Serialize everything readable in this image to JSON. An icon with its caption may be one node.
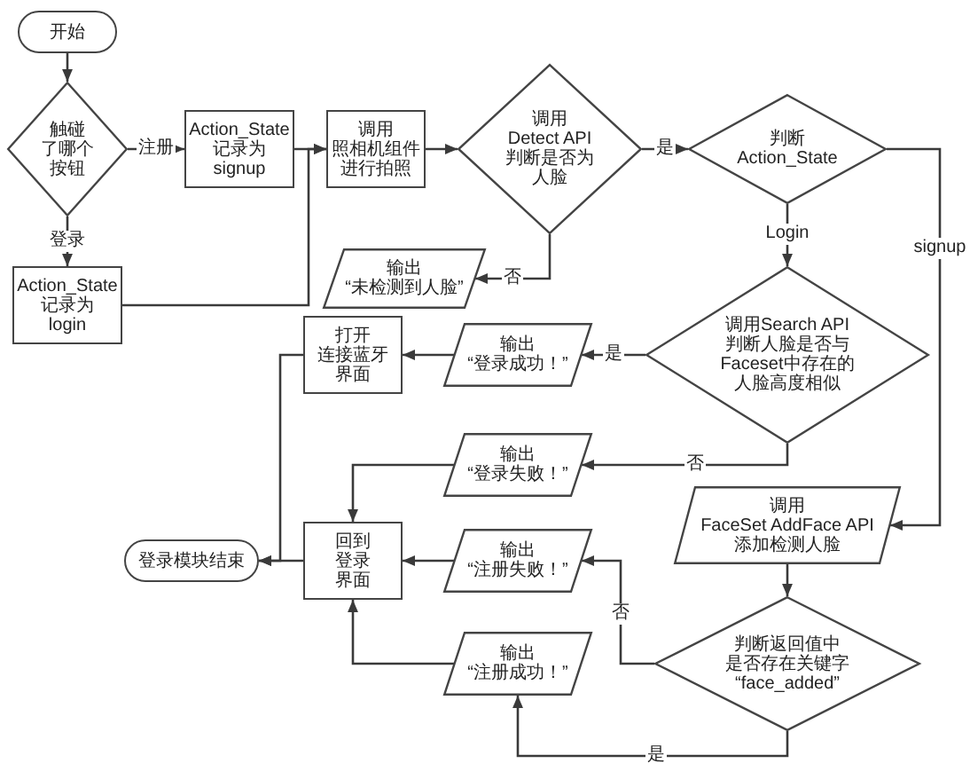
{
  "diagram": {
    "nodes": [
      {
        "text": [
          "开始"
        ]
      },
      {
        "text": [
          "触碰了哪个按钮"
        ]
      },
      {
        "text": [
          "Action_State 记录为 signup"
        ]
      },
      {
        "text": [
          "Action_State 记录为 login"
        ]
      },
      {
        "text": [
          "调用照相机组件进行拍照"
        ]
      },
      {
        "text": [
          "调用Detect API判断是否为人脸"
        ]
      },
      {
        "text": [
          "判断Action_State"
        ]
      },
      {
        "text": [
          "输出“未检测到人脸”"
        ]
      },
      {
        "text": [
          "调用Search API判断人脸是否与Faceset中存在的人脸高度相似"
        ]
      },
      {
        "text": [
          "输出“登录成功！”"
        ]
      },
      {
        "text": [
          "打开连接蓝牙界面"
        ]
      },
      {
        "text": [
          "输出“登录失败！”"
        ]
      },
      {
        "text": [
          "调用FaceSet AddFace API添加检测人脸"
        ]
      },
      {
        "text": [
          "回到登录界面"
        ]
      },
      {
        "text": [
          "登录模块结束"
        ]
      },
      {
        "text": [
          "输出“注册失败！”"
        ]
      },
      {
        "text": [
          "判断返回值中是否存在关键字“face_added”"
        ]
      },
      {
        "text": [
          "输出“注册成功！”"
        ]
      }
    ],
    "edges": [
      {
        "from": 0,
        "to": 1,
        "arrow": "to"
      },
      {
        "from": 1,
        "to": 2,
        "label": "注册",
        "arrow": "to"
      },
      {
        "from": 1,
        "to": 3,
        "label": "登录",
        "arrow": "to"
      },
      {
        "from": 2,
        "to": 4,
        "arrow": "to"
      },
      {
        "from": 3,
        "to": 4,
        "arrow": "to"
      },
      {
        "from": 4,
        "to": 5,
        "arrow": "to"
      },
      {
        "from": 5,
        "to": 6,
        "label": "是",
        "arrow": "to"
      },
      {
        "from": 5,
        "to": 7,
        "label": "否",
        "arrow": "to"
      },
      {
        "from": 6,
        "to": 8,
        "label": "Login",
        "arrow": "to"
      },
      {
        "from": 6,
        "to": 12,
        "label": "signup",
        "arrow": "to"
      },
      {
        "from": 8,
        "to": 9,
        "label": "是",
        "arrow": "to"
      },
      {
        "from": 9,
        "to": 10,
        "arrow": "to"
      },
      {
        "from": 8,
        "to": 11,
        "label": "否",
        "arrow": "to"
      },
      {
        "from": 11,
        "to": 13,
        "arrow": "to"
      },
      {
        "from": 10,
        "to": 14,
        "arrow": "to"
      },
      {
        "from": 13,
        "to": 14,
        "arrow": "to"
      },
      {
        "from": 12,
        "to": 16,
        "arrow": "to"
      },
      {
        "from": 16,
        "to": 15,
        "label": "否",
        "arrow": "to"
      },
      {
        "from": 15,
        "to": 13,
        "arrow": "to"
      },
      {
        "from": 16,
        "to": 17,
        "label": "是",
        "arrow": "to"
      },
      {
        "from": 17,
        "to": 13,
        "arrow": "to"
      }
    ]
  }
}
